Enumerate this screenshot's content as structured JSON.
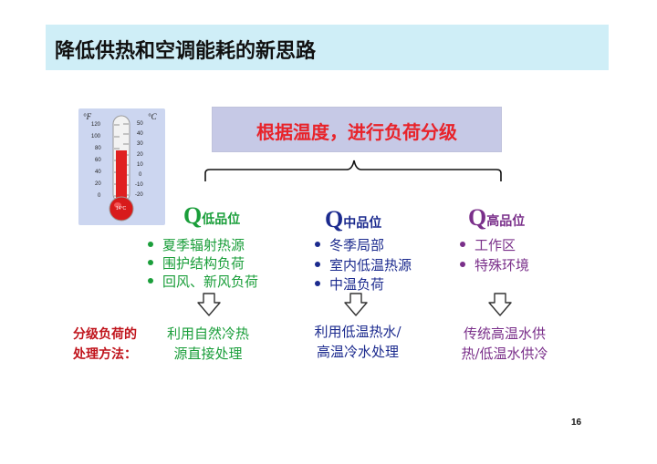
{
  "title": "降低供热和空调能耗的新思路",
  "thermometer": {
    "unit_f": "°F",
    "unit_c": "°C",
    "f_ticks": [
      "120",
      "100",
      "80",
      "60",
      "40",
      "20",
      "0"
    ],
    "c_ticks": [
      "50",
      "40",
      "30",
      "20",
      "10",
      "0",
      "-10",
      "-20"
    ],
    "bulb_label": "14°C"
  },
  "main_box": "根据温度，进行负荷分级",
  "categories": [
    {
      "q": "Q",
      "label": "低品位",
      "color": "#1a9e3a",
      "items": [
        "夏季辐射热源",
        "围护结构负荷",
        "回风、新风负荷"
      ],
      "method": [
        "利用自然冷热",
        "源直接处理"
      ]
    },
    {
      "q": "Q",
      "label": "中品位",
      "color": "#1b2a8e",
      "items": [
        "冬季局部",
        "室内低温热源",
        "中温负荷"
      ],
      "method": [
        "利用低温热水/",
        "高温冷水处理"
      ]
    },
    {
      "q": "Q",
      "label": "高品位",
      "color": "#7a2f8a",
      "items": [
        "工作区",
        "特殊环境"
      ],
      "method": [
        "传统高温水供",
        "热/低温水供冷"
      ]
    }
  ],
  "method_label": [
    "分级负荷的",
    "处理方法："
  ],
  "page_number": "16"
}
